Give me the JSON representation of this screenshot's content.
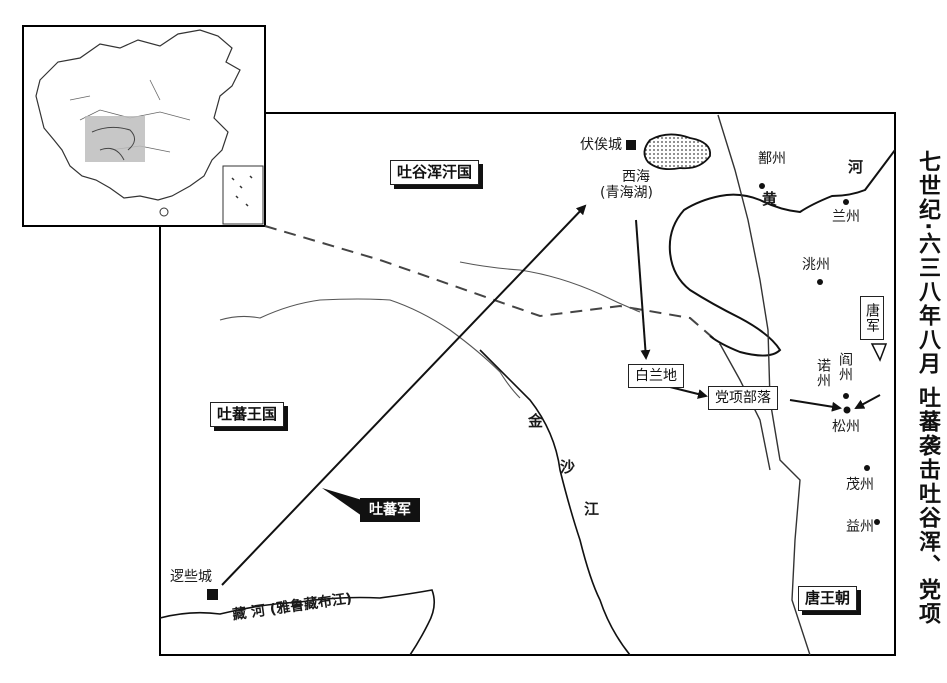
{
  "title": "七世纪·六三八年八月 吐蕃袭击吐谷浑、党项",
  "regions": {
    "tuyuhun": "吐谷浑汗国",
    "tubo": "吐蕃王国",
    "tang": "唐王朝"
  },
  "places": {
    "fusi": "伏俟城",
    "xihai": "西海",
    "xihai_alt": "(青海湖)",
    "shanzhou": "鄯州",
    "lanzhou": "兰州",
    "taozhou": "洮州",
    "kuozhou": "阎州",
    "nuozhou": "诺州",
    "songzhou": "松州",
    "maozhou": "茂州",
    "yizhou": "益州",
    "luoxie": "逻些城",
    "bailan": "白兰地",
    "dangxiang": "党项部落"
  },
  "rivers": {
    "huanghe_1": "河",
    "huanghe_2": "黄",
    "jinsha_1": "金",
    "jinsha_2": "沙",
    "jinsha_3": "江",
    "zang": "藏 河 (雅鲁藏布江)"
  },
  "forces": {
    "tubo_army": "吐蕃军",
    "tang_army": "唐军"
  },
  "colors": {
    "line": "#111111",
    "inset_highlight": "#bdbdbd",
    "frame": "#000000"
  }
}
